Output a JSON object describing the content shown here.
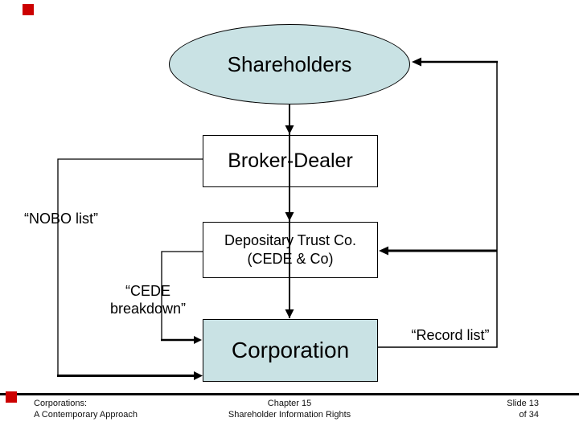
{
  "colors": {
    "node_fill": "#c9e2e4",
    "node_border": "#000000",
    "connector": "#000000",
    "corner_marker": "#cc0000",
    "background": "#ffffff"
  },
  "diagram": {
    "shareholders_label": "Shareholders",
    "broker_dealer_label": "Broker-Dealer",
    "depositary_label_line1": "Depositary Trust Co.",
    "depositary_label_line2": "(CEDE & Co)",
    "corporation_label": "Corporation",
    "nobo_label": "“NOBO list”",
    "cede_label_line1": "“CEDE",
    "cede_label_line2": "breakdown”",
    "record_label": "“Record list”"
  },
  "footer": {
    "book_line1": "Corporations:",
    "book_line2": "A Contemporary Approach",
    "chapter_line1": "Chapter 15",
    "chapter_line2": "Shareholder Information Rights",
    "slide_line1": "Slide 13",
    "slide_line2": "of 34"
  }
}
